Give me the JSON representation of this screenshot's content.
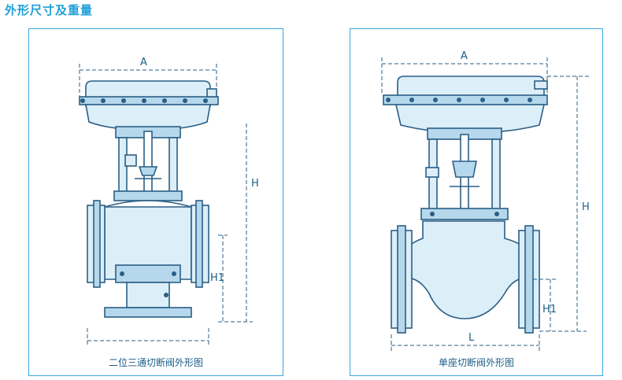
{
  "page": {
    "title": "外形尺寸及重量"
  },
  "panels": [
    {
      "caption": "二位三通切断阀外形图",
      "labels": {
        "A": "A",
        "H1": "H1",
        "H": "H"
      }
    },
    {
      "caption": "单座切断阀外形图",
      "labels": {
        "A": "A",
        "H": "H",
        "H1": "H1",
        "L": "L"
      }
    }
  ],
  "colors": {
    "accent": "#1f9fd6",
    "frame": "#3aa7dd",
    "line": "#2a5f86",
    "fill": "#dceef8",
    "fill_dark": "#b6d8ec"
  }
}
